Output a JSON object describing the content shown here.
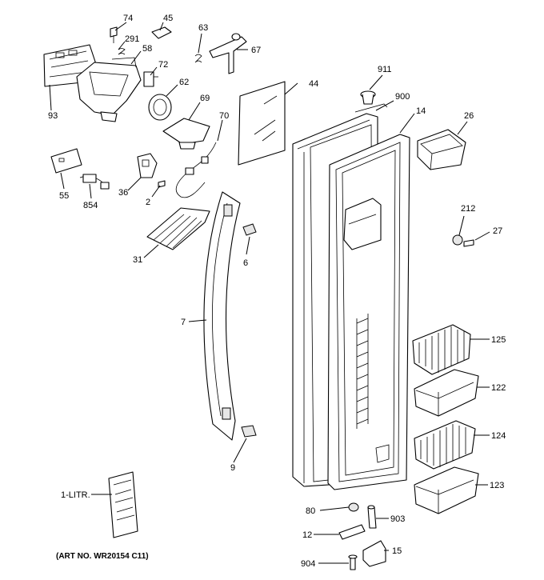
{
  "art_number": "(ART NO. WR20154 C11)",
  "callouts": {
    "p74": "74",
    "p45": "45",
    "p291": "291",
    "p58": "58",
    "p63": "63",
    "p67": "67",
    "p72": "72",
    "p62": "62",
    "p93": "93",
    "p69": "69",
    "p70": "70",
    "p44": "44",
    "p911": "911",
    "p900": "900",
    "p14": "14",
    "p26": "26",
    "p55": "55",
    "p854": "854",
    "p36": "36",
    "p2": "2",
    "p212": "212",
    "p27": "27",
    "p31": "31",
    "p6": "6",
    "p7": "7",
    "p125": "125",
    "p122": "122",
    "p124": "124",
    "p9": "9",
    "p123": "123",
    "p1litr": "1-LITR.",
    "p80": "80",
    "p903": "903",
    "p12": "12",
    "p904": "904",
    "p15": "15"
  }
}
